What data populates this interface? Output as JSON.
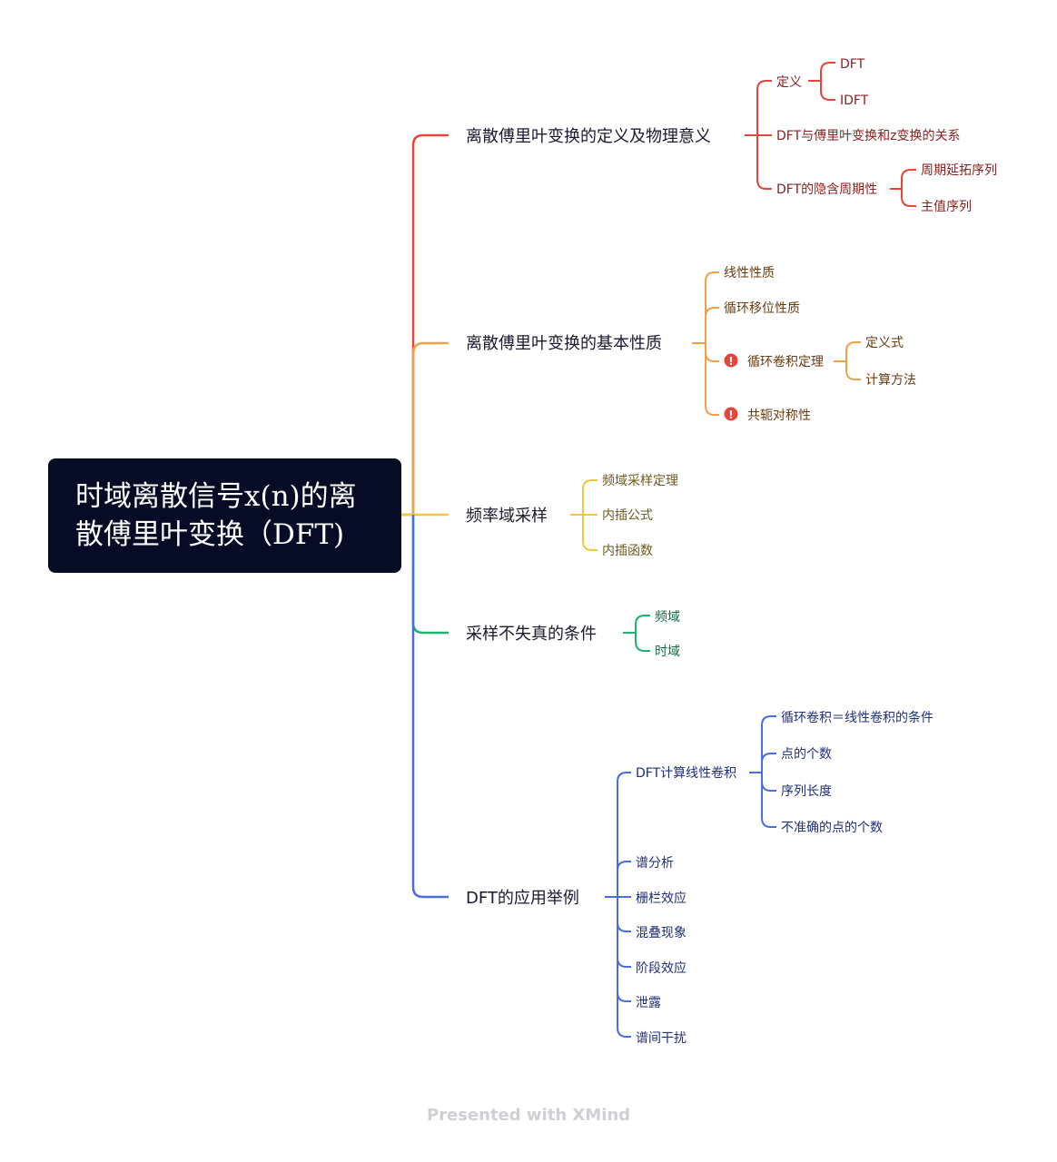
{
  "root": {
    "title": "时域离散信号x(n)的离散傅里叶变换（DFT)"
  },
  "colors": {
    "b1": "#e8443a",
    "b2": "#f0a04b",
    "b3": "#f2c83a",
    "b4": "#1db36c",
    "b5": "#4a6ee0"
  },
  "branches": [
    {
      "label": "离散傅里叶变换的定义及物理意义",
      "children": [
        {
          "label": "定义",
          "children": [
            {
              "label": "DFT"
            },
            {
              "label": "IDFT"
            }
          ]
        },
        {
          "label": "DFT与傅里叶变换和z变换的关系"
        },
        {
          "label": "DFT的隐含周期性",
          "children": [
            {
              "label": "周期延拓序列"
            },
            {
              "label": "主值序列"
            }
          ]
        }
      ]
    },
    {
      "label": "离散傅里叶变换的基本性质",
      "children": [
        {
          "label": "线性性质"
        },
        {
          "label": "循环移位性质"
        },
        {
          "label": "循环卷积定理",
          "marker": "!",
          "children": [
            {
              "label": "定义式"
            },
            {
              "label": "计算方法"
            }
          ]
        },
        {
          "label": "共轭对称性",
          "marker": "!"
        }
      ]
    },
    {
      "label": "频率域采样",
      "children": [
        {
          "label": "频域采样定理"
        },
        {
          "label": "内插公式"
        },
        {
          "label": "内插函数"
        }
      ]
    },
    {
      "label": "采样不失真的条件",
      "children": [
        {
          "label": "频域"
        },
        {
          "label": "时域"
        }
      ]
    },
    {
      "label": "DFT的应用举例",
      "children": [
        {
          "label": "DFT计算线性卷积",
          "children": [
            {
              "label": "循环卷积＝线性卷积的条件"
            },
            {
              "label": "点的个数"
            },
            {
              "label": "序列长度"
            },
            {
              "label": "不准确的点的个数"
            }
          ]
        },
        {
          "label": "谱分析"
        },
        {
          "label": "栅栏效应"
        },
        {
          "label": "混叠现象"
        },
        {
          "label": "阶段效应"
        },
        {
          "label": "泄露"
        },
        {
          "label": "谱间干扰"
        }
      ]
    }
  ],
  "footer": "Presented with XMind"
}
